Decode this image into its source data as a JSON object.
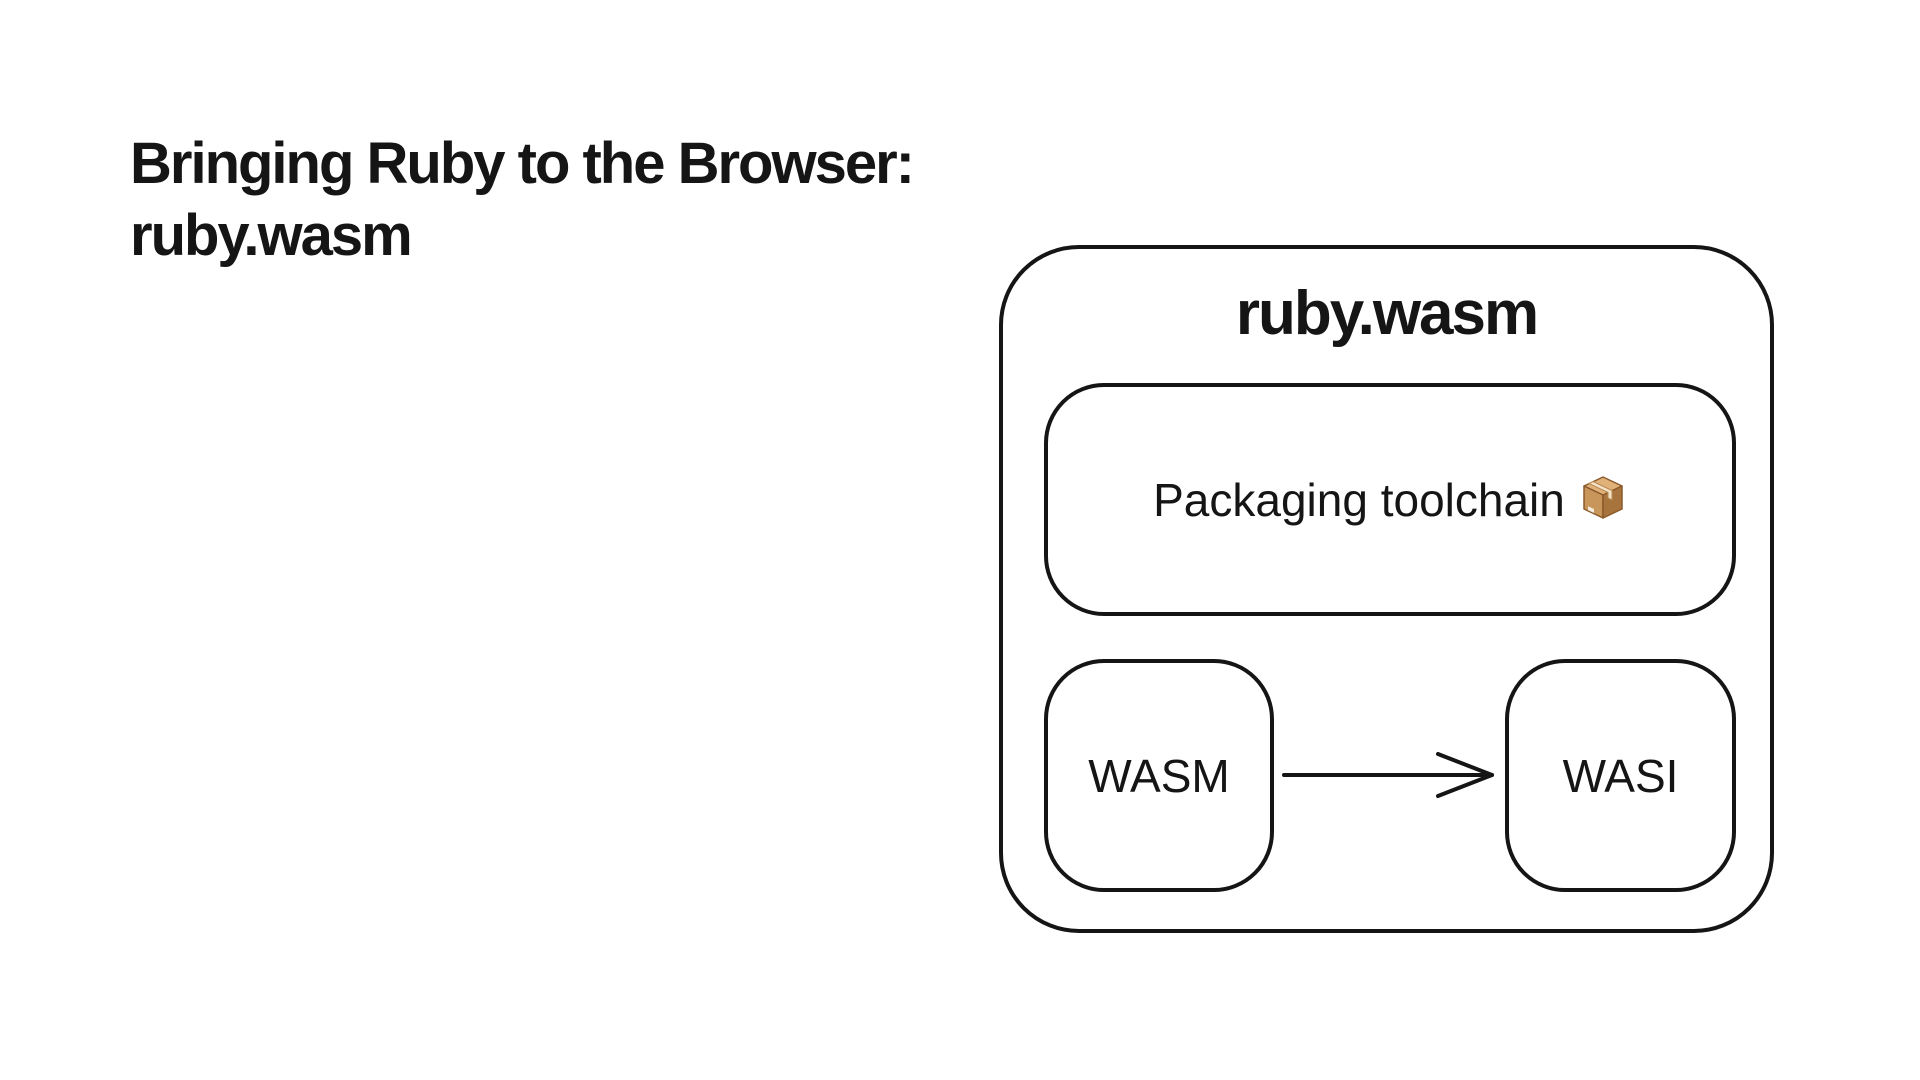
{
  "slide": {
    "title_line1": "Bringing Ruby to the Browser:",
    "title_line2": "ruby.wasm"
  },
  "diagram": {
    "outer_label": "ruby.wasm",
    "toolchain_label": "Packaging toolchain",
    "toolchain_icon": "package-icon",
    "wasm_label": "WASM",
    "wasi_label": "WASI",
    "arrow_direction": "WASM to WASI",
    "colors": {
      "stroke": "#151515",
      "background": "#ffffff",
      "package_box": "#c8955a"
    }
  }
}
